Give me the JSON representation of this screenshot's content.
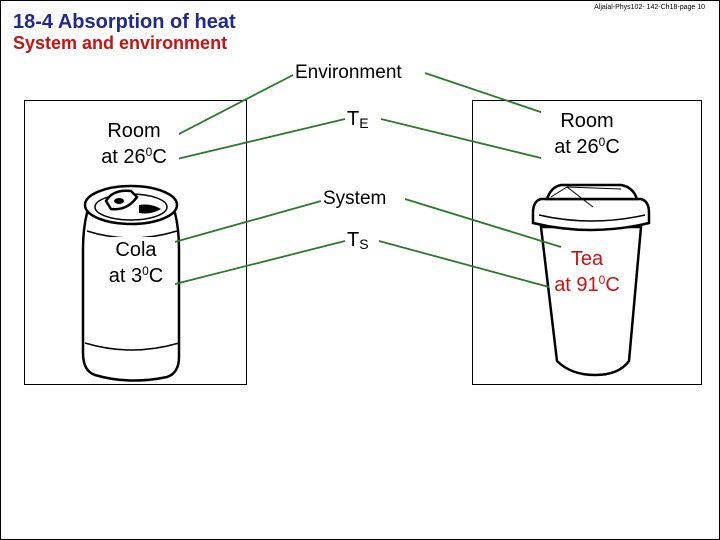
{
  "header": {
    "title": "18-4 Absorption of heat",
    "subtitle": "System and environment",
    "reference": "Aljalal-Phys102- 142-Ch18-page 10"
  },
  "labels": {
    "environment": "Environment",
    "system": "System",
    "t_environment": {
      "main": "T",
      "sub": "E"
    },
    "t_system": {
      "main": "T",
      "sub": "S"
    },
    "room_left": {
      "line1": "Room",
      "line2_prefix": "at 26",
      "line2_sup": "0",
      "line2_suffix": "C"
    },
    "cola": {
      "line1": "Cola",
      "line2_prefix": "at 3",
      "line2_sup": "0",
      "line2_suffix": "C"
    },
    "room_right": {
      "line1": "Room",
      "line2_prefix": "at 26",
      "line2_sup": "0",
      "line2_suffix": "C"
    },
    "tea": {
      "line1": "Tea",
      "line2_prefix": "at 91",
      "line2_sup": "0",
      "line2_suffix": "C"
    }
  },
  "colors": {
    "title": "#1f2a8c",
    "subtitle": "#cc1111",
    "connector": "#2a7a2a",
    "tea_text": "#cc1111"
  }
}
